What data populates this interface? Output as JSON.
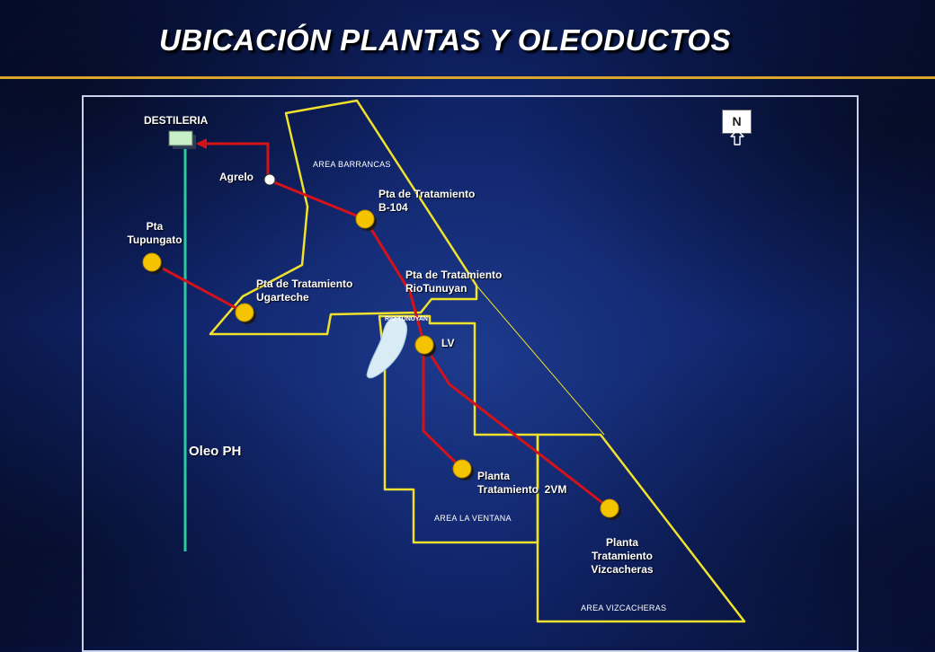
{
  "title": "UBICACIÓN PLANTAS Y OLEODUCTOS",
  "colors": {
    "area_boundary": "#f0e22c",
    "oil_pipeline": "#d3121a",
    "oleo_ph_line": "#2ec9a0",
    "plant_node": "#f4c400",
    "rule": "#d9a52b"
  },
  "north": {
    "label": "N",
    "icon": "north-arrow-icon"
  },
  "facilities": {
    "destileria": "DESTILERIA",
    "agrelo": "Agrelo",
    "b104": "Pta de Tratamiento\nB-104",
    "tupungato": "Pta\nTupungato",
    "ugarteche": "Pta de Tratamiento\nUgarteche",
    "riotunuyan": "Pta de Tratamiento\nRioTunuyan",
    "lv": "LV",
    "planta_2vm": "Planta\nTratamiento  2VM",
    "vizcacheras": "Planta\nTratamiento\nVizcacheras"
  },
  "areas": {
    "barrancas": "AREA BARRANCAS",
    "la_ventana": "AREA LA VENTANA",
    "vizcacheras": "AREA VIZCACHERAS"
  },
  "river": "RIO TUNUYAN",
  "oleo_ph": "Oleo  PH"
}
